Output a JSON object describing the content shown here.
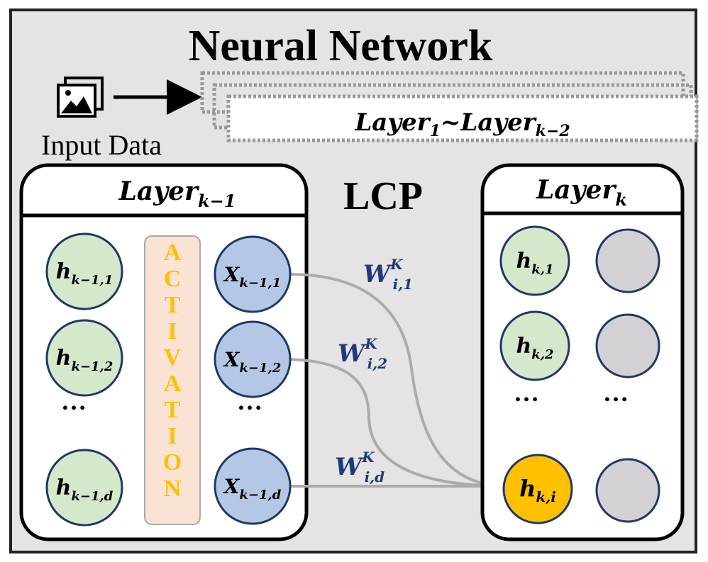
{
  "title": "Neural Network",
  "input": {
    "label": "Input Data",
    "icon": "image-icon"
  },
  "hidden_layers": {
    "base": "Layer",
    "sub1": "1",
    "sep": "~",
    "sub2": "k−2"
  },
  "layer_prev": {
    "title": {
      "base": "Layer",
      "sub": "k−1"
    },
    "h_nodes": [
      {
        "sub": "k−1,1"
      },
      {
        "sub": "k−1,2"
      },
      {
        "sub": "k−1,d"
      }
    ],
    "x_nodes": [
      {
        "sub": "k−1,1"
      },
      {
        "sub": "k−1,2"
      },
      {
        "sub": "k−1,d"
      }
    ],
    "activation_letters": [
      "A",
      "C",
      "T",
      "I",
      "V",
      "A",
      "T",
      "I",
      "O",
      "N"
    ],
    "ellipsis": "…"
  },
  "lcp_label": "LCP",
  "weights": [
    {
      "base": "W",
      "sup": "K",
      "sub": "i,1"
    },
    {
      "base": "W",
      "sup": "K",
      "sub": "i,2"
    },
    {
      "base": "W",
      "sup": "K",
      "sub": "i,d"
    }
  ],
  "layer_k": {
    "title": {
      "base": "Layer",
      "sub": "k"
    },
    "h_nodes": [
      {
        "sub": "k,1"
      },
      {
        "sub": "k,2"
      }
    ],
    "target_node": {
      "sub": "k,i"
    },
    "ellipsis": "…"
  },
  "colors": {
    "background": "#e4e4e4",
    "green_node": "#d6e8cc",
    "blue_node": "#b4c8e6",
    "gray_node": "#d3d1d4",
    "target_node": "#ffc000",
    "activation_fill": "#fbe3d4",
    "activation_text": "#ffc000",
    "weight_text": "#1f3a7a",
    "edge": "#ababab"
  }
}
